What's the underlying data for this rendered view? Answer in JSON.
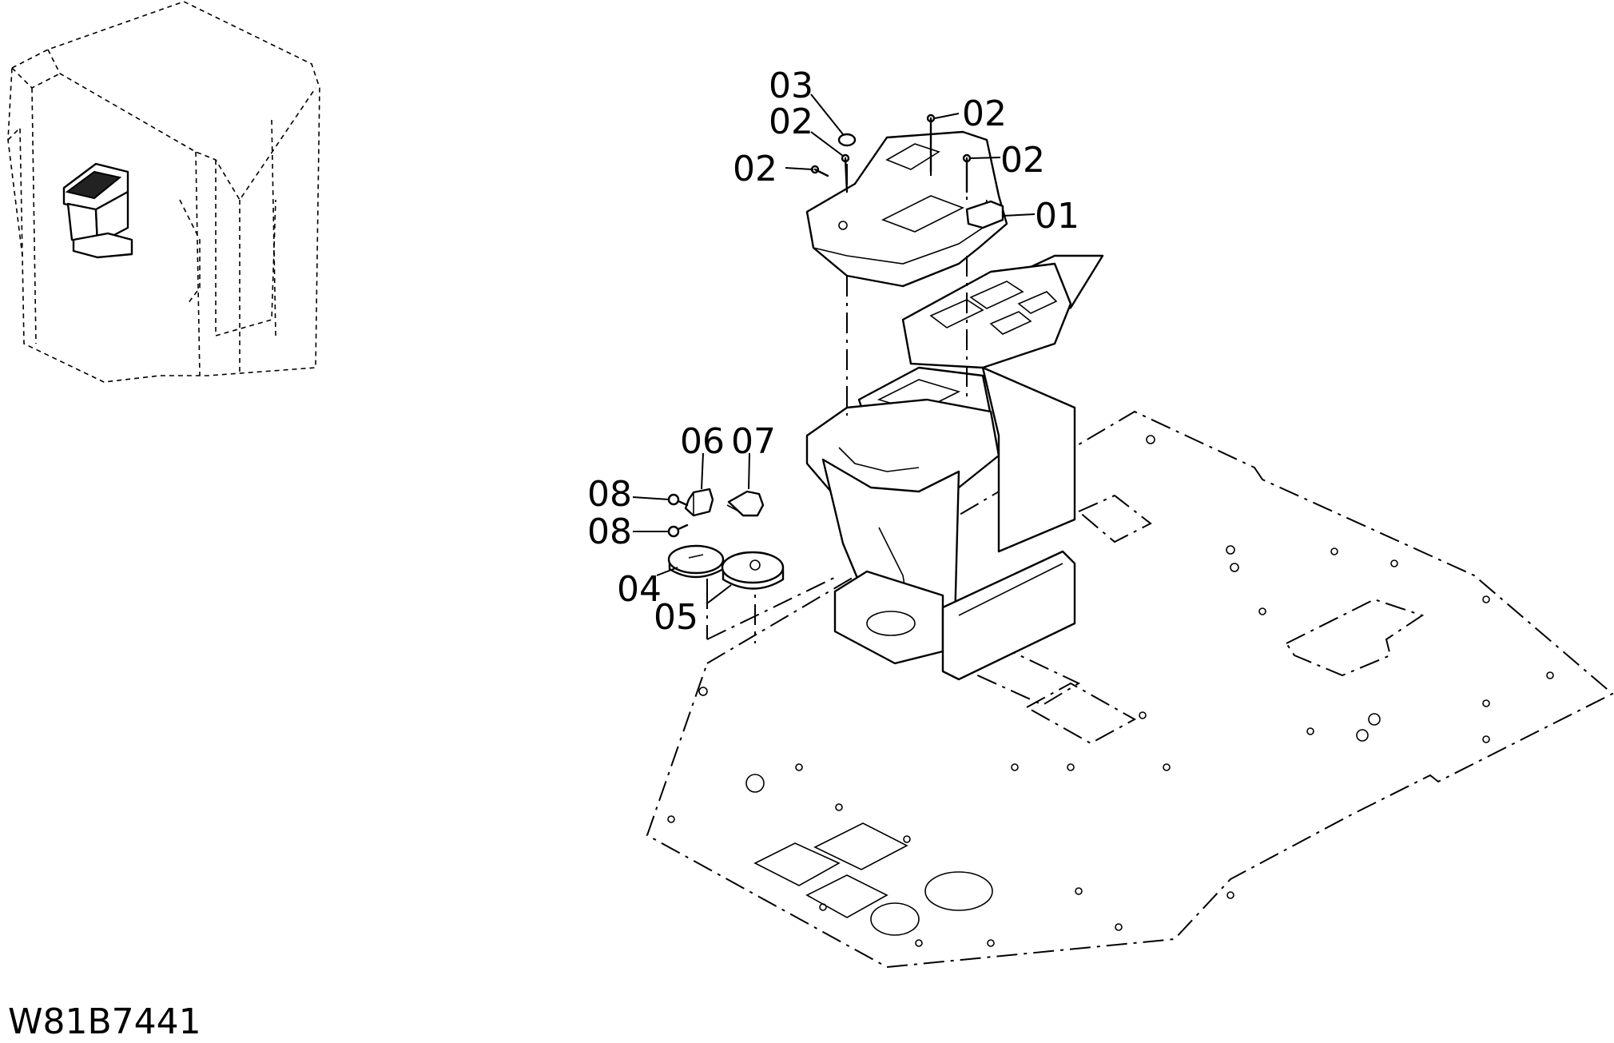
{
  "figure_id": "W81B7441",
  "callouts": {
    "c01": "01",
    "c02a": "02",
    "c02b": "02",
    "c02c": "02",
    "c02d": "02",
    "c03": "03",
    "c04": "04",
    "c05": "05",
    "c06": "06",
    "c07": "07",
    "c08a": "08",
    "c08b": "08"
  }
}
